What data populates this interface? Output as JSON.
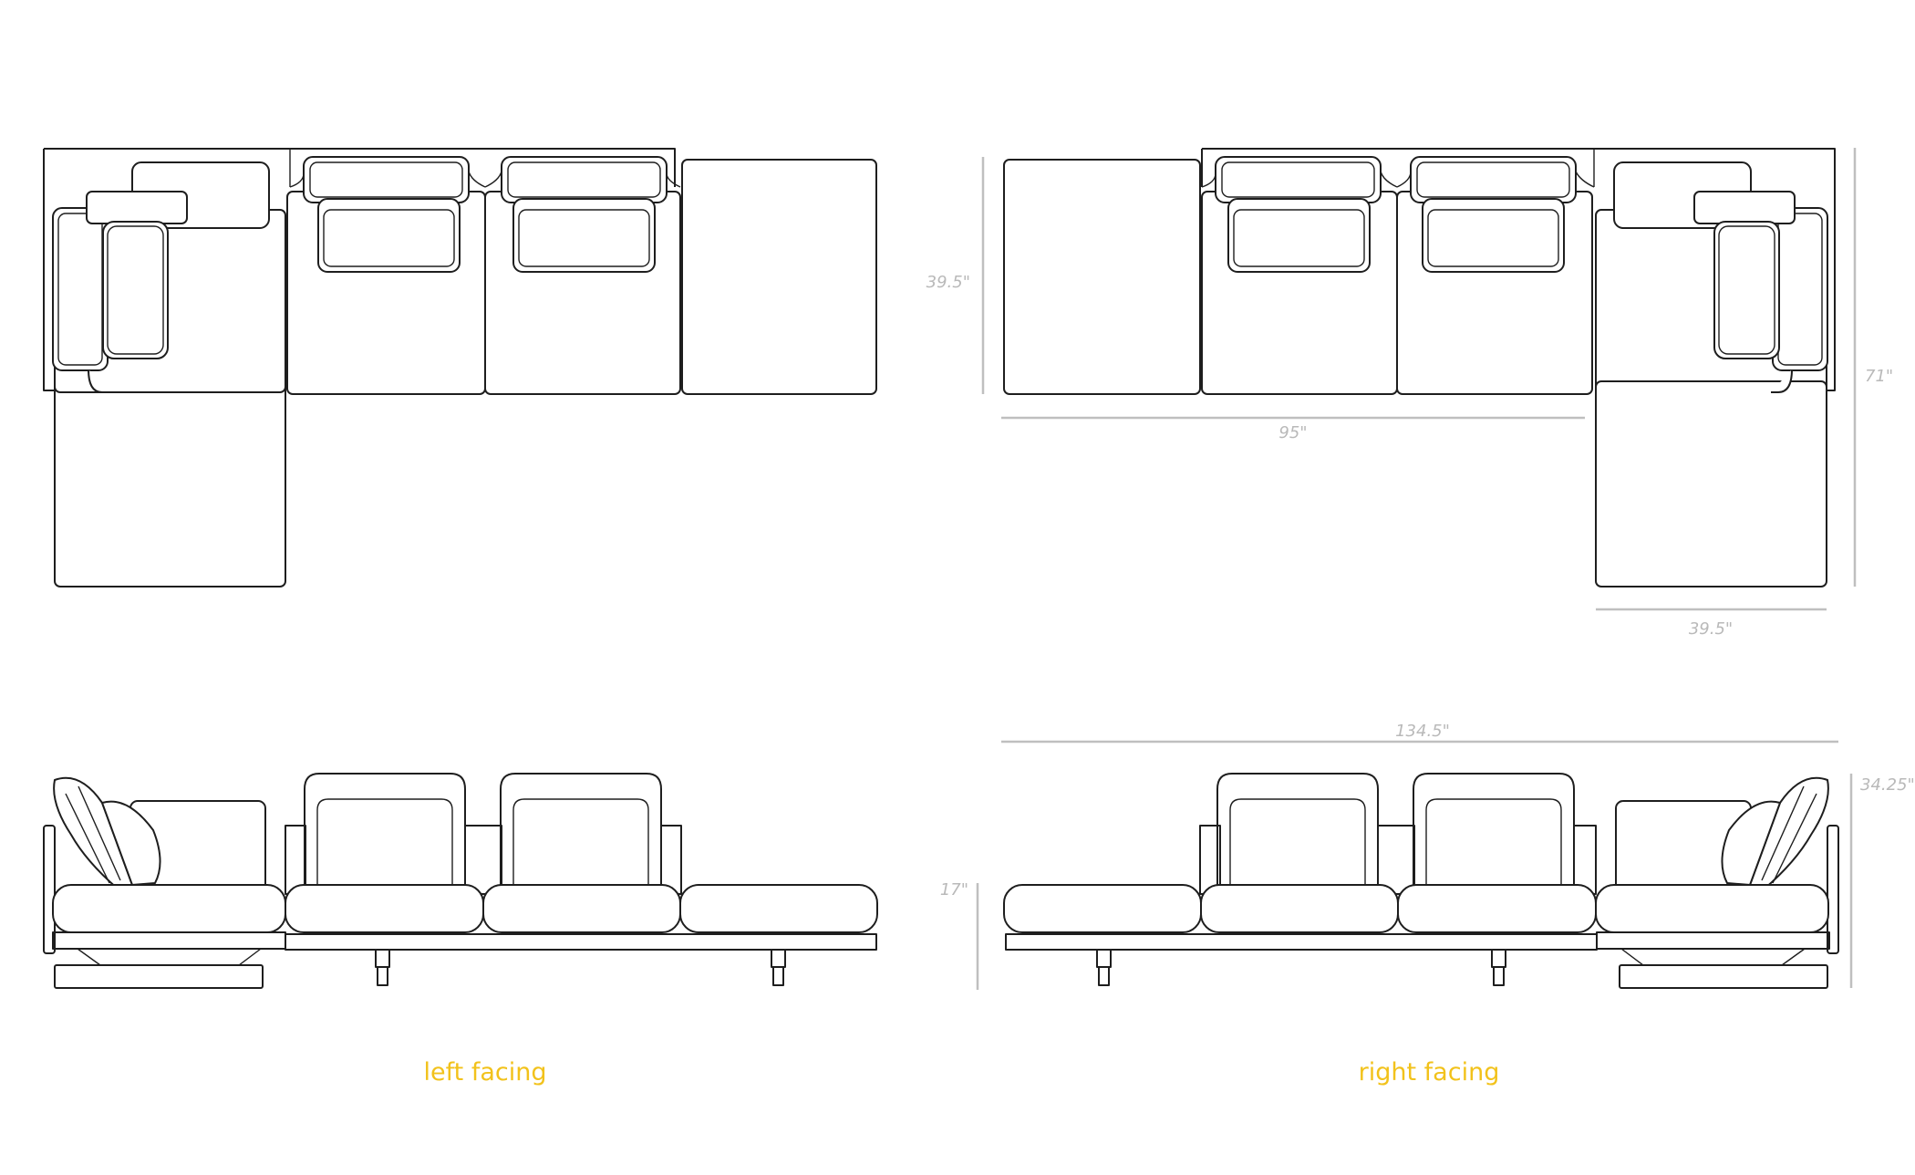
{
  "dimensions": {
    "seat_depth": "39.5\"",
    "middle_width": "95\"",
    "overall_depth": "71\"",
    "chaise_width": "39.5\"",
    "overall_width": "134.5\"",
    "back_height": "34.25\"",
    "seat_height": "17\""
  },
  "captions": {
    "left": "left facing",
    "right": "right facing"
  },
  "colors": {
    "outline": "#1e1e1e",
    "dimension": "#bfbfbf",
    "caption": "#f2c21b"
  }
}
